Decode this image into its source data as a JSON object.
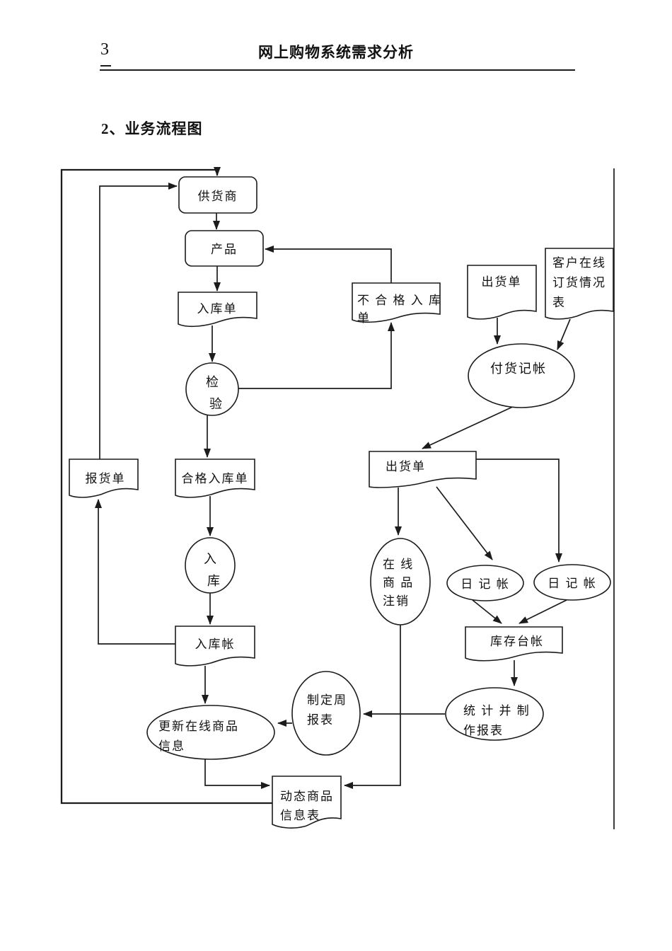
{
  "page": {
    "number": "3",
    "title": "网上购物系统需求分析",
    "section_heading": "2、业务流程图"
  },
  "flowchart": {
    "colors": {
      "line": "#1c1c1c",
      "background": "#ffffff"
    },
    "nodes": {
      "supplier": {
        "label": "供货商"
      },
      "product": {
        "label": "产品"
      },
      "inbound_order": {
        "label": "入库单"
      },
      "unqualified_inbound_order": {
        "lines": [
          "不 合 格 入 库",
          "单"
        ]
      },
      "shipping_order_top": {
        "label": "出货单"
      },
      "customer_online_order_form": {
        "lines": [
          "客户在线",
          "订货情况",
          "表"
        ]
      },
      "payment_bookkeeping": {
        "label": "付货记帐"
      },
      "inspection": {
        "lines": [
          "检",
          "验"
        ]
      },
      "report_order": {
        "label": "报货单"
      },
      "qualified_inbound_order": {
        "label": "合格入库单"
      },
      "shipping_order_mid": {
        "label": "出货单"
      },
      "warehousing": {
        "lines": [
          "入",
          "库"
        ]
      },
      "inbound_account": {
        "label": "入库帐"
      },
      "online_product_cancel": {
        "lines": [
          "在 线",
          "商 品",
          "注销"
        ]
      },
      "journal_left": {
        "label": "日 记 帐"
      },
      "journal_right": {
        "label": "日 记 帐"
      },
      "inventory_ledger": {
        "label": "库存台帐"
      },
      "stats_report": {
        "lines": [
          "统 计 并 制",
          "作报表"
        ]
      },
      "weekly_report": {
        "lines": [
          "制定周",
          "报表"
        ]
      },
      "update_online_product": {
        "lines": [
          "更新在线商品",
          "信息"
        ]
      },
      "dynamic_product_table": {
        "lines": [
          "动态商品",
          "信息表"
        ]
      }
    }
  }
}
